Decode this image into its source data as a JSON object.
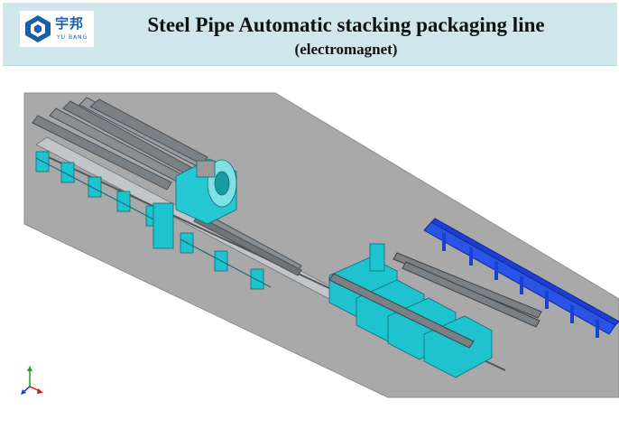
{
  "header": {
    "title": "Steel Pipe Automatic stacking packaging line",
    "subtitle": "(electromagnet)",
    "logo": {
      "icon": "cube-logo-icon",
      "brand_cn": "宇邦",
      "brand_en": "YU BANG"
    }
  },
  "colors": {
    "banner": "#cfe6ec",
    "floor": "#a9a9a9",
    "frame": "#1ec3cf",
    "pipe": "#6f7478",
    "conveyor": "#1b3fd1"
  },
  "axis_indicator": {
    "icon": "xyz-axis-triad-icon"
  }
}
